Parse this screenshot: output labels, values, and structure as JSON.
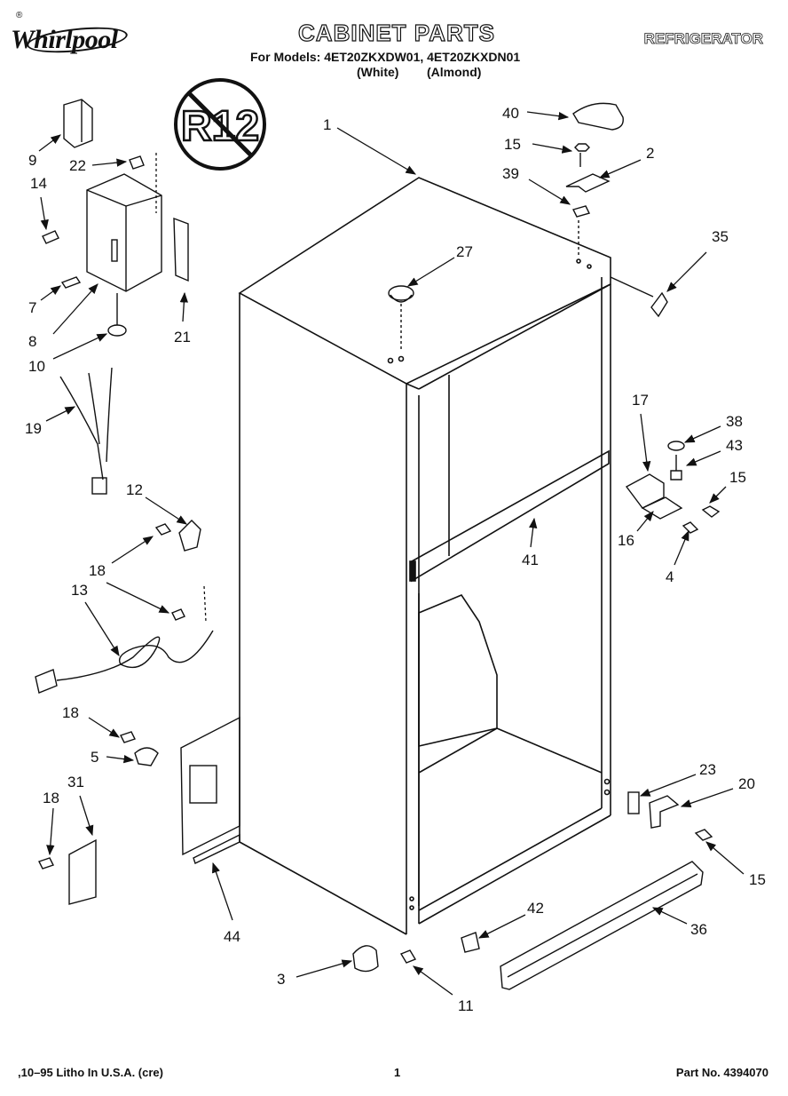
{
  "header": {
    "brand": "Whirlpool",
    "trademark": "®",
    "title": "CABINET PARTS",
    "category": "REFRIGERATOR",
    "models_line": "For Models: 4ET20ZKXDW01, 4ET20ZKXDN01",
    "variant_white": "(White)",
    "variant_almond": "(Almond)"
  },
  "stamp": {
    "text": "R12",
    "color": "#111111"
  },
  "callouts": [
    {
      "id": "c40",
      "label": "40"
    },
    {
      "id": "c15a",
      "label": "15"
    },
    {
      "id": "c2",
      "label": "2"
    },
    {
      "id": "c39",
      "label": "39"
    },
    {
      "id": "c35",
      "label": "35"
    },
    {
      "id": "c1",
      "label": "1"
    },
    {
      "id": "c27",
      "label": "27"
    },
    {
      "id": "c9",
      "label": "9"
    },
    {
      "id": "c22",
      "label": "22"
    },
    {
      "id": "c14",
      "label": "14"
    },
    {
      "id": "c7",
      "label": "7"
    },
    {
      "id": "c8",
      "label": "8"
    },
    {
      "id": "c10",
      "label": "10"
    },
    {
      "id": "c21",
      "label": "21"
    },
    {
      "id": "c19",
      "label": "19"
    },
    {
      "id": "c17",
      "label": "17"
    },
    {
      "id": "c38",
      "label": "38"
    },
    {
      "id": "c43",
      "label": "43"
    },
    {
      "id": "c15b",
      "label": "15"
    },
    {
      "id": "c16",
      "label": "16"
    },
    {
      "id": "c4",
      "label": "4"
    },
    {
      "id": "c41",
      "label": "41"
    },
    {
      "id": "c12",
      "label": "12"
    },
    {
      "id": "c18a",
      "label": "18"
    },
    {
      "id": "c13",
      "label": "13"
    },
    {
      "id": "c18b",
      "label": "18"
    },
    {
      "id": "c5",
      "label": "5"
    },
    {
      "id": "c31",
      "label": "31"
    },
    {
      "id": "c18c",
      "label": "18"
    },
    {
      "id": "c44",
      "label": "44"
    },
    {
      "id": "c23",
      "label": "23"
    },
    {
      "id": "c20",
      "label": "20"
    },
    {
      "id": "c15c",
      "label": "15"
    },
    {
      "id": "c42",
      "label": "42"
    },
    {
      "id": "c36",
      "label": "36"
    },
    {
      "id": "c3",
      "label": "3"
    },
    {
      "id": "c11",
      "label": "11"
    }
  ],
  "footer": {
    "litho": ",10–95 Litho In U.S.A. (cre)",
    "page": "1",
    "part_no": "Part No. 4394070"
  }
}
